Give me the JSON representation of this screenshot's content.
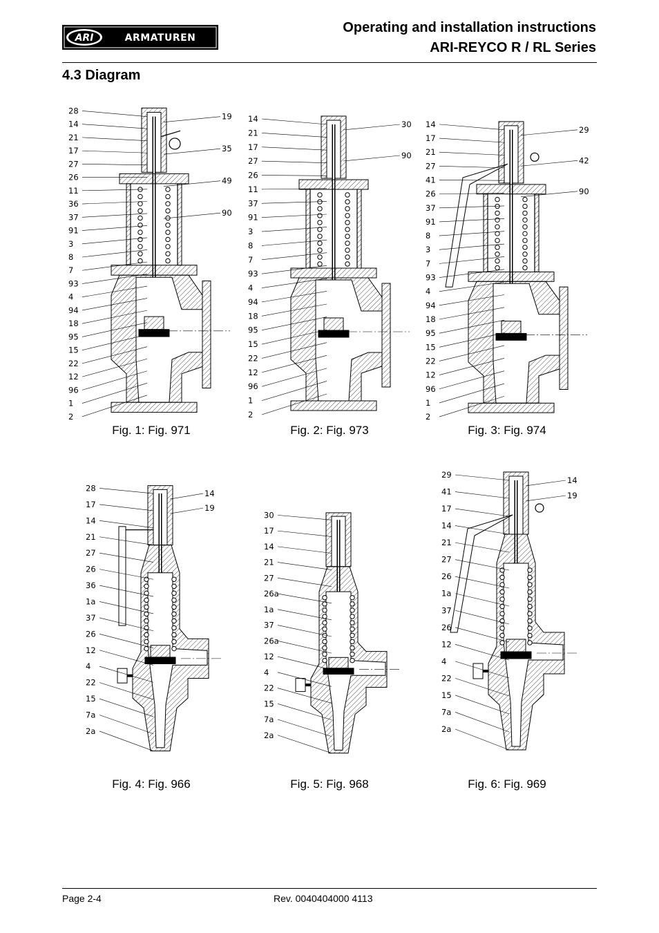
{
  "header": {
    "logo_mark": "ARI",
    "logo_word": "ARMATUREN",
    "title_line1": "Operating and installation instructions",
    "title_line2": "ARI-REYCO R / RL Series"
  },
  "section": {
    "title": "4.3  Diagram"
  },
  "figures": [
    {
      "caption": "Fig. 1: Fig. 971",
      "labels_left": [
        "28",
        "14",
        "21",
        "17",
        "27",
        "26",
        "11",
        "36",
        "37",
        "91",
        "3",
        "8",
        "7",
        "93",
        "4",
        "94",
        "18",
        "95",
        "15",
        "22",
        "12",
        "96",
        "1",
        "2"
      ],
      "labels_right": [
        "19",
        "35",
        "49",
        "90"
      ]
    },
    {
      "caption": "Fig. 2: Fig. 973",
      "labels_left": [
        "14",
        "21",
        "17",
        "27",
        "26",
        "11",
        "37",
        "91",
        "3",
        "8",
        "7",
        "93",
        "4",
        "94",
        "18",
        "95",
        "15",
        "22",
        "12",
        "96",
        "1",
        "2"
      ],
      "labels_right": [
        "30",
        "90"
      ]
    },
    {
      "caption": "Fig. 3: Fig. 974",
      "labels_left": [
        "14",
        "17",
        "21",
        "27",
        "41",
        "26",
        "37",
        "91",
        "8",
        "3",
        "7",
        "93",
        "4",
        "94",
        "18",
        "95",
        "15",
        "22",
        "12",
        "96",
        "1",
        "2"
      ],
      "labels_right": [
        "29",
        "42",
        "90"
      ]
    },
    {
      "caption": "Fig. 4: Fig. 966",
      "labels_left": [
        "28",
        "17",
        "14",
        "21",
        "27",
        "26",
        "36",
        "1a",
        "37",
        "26",
        "12",
        "4",
        "22",
        "15",
        "7a",
        "2a"
      ],
      "labels_right": [
        "14",
        "19"
      ]
    },
    {
      "caption": "Fig. 5: Fig. 968",
      "labels_left": [
        "30",
        "17",
        "14",
        "21",
        "27",
        "26a",
        "1a",
        "37",
        "26a",
        "12",
        "4",
        "22",
        "15",
        "7a",
        "2a"
      ],
      "labels_right": []
    },
    {
      "caption": "Fig. 6: Fig. 969",
      "labels_left": [
        "29",
        "41",
        "17",
        "14",
        "21",
        "27",
        "26",
        "1a",
        "37",
        "26",
        "12",
        "4",
        "22",
        "15",
        "7a",
        "2a"
      ],
      "labels_right": [
        "14",
        "19"
      ]
    }
  ],
  "footer": {
    "page": "Page 2-4",
    "revision": "Rev. 0040404000 4113"
  }
}
